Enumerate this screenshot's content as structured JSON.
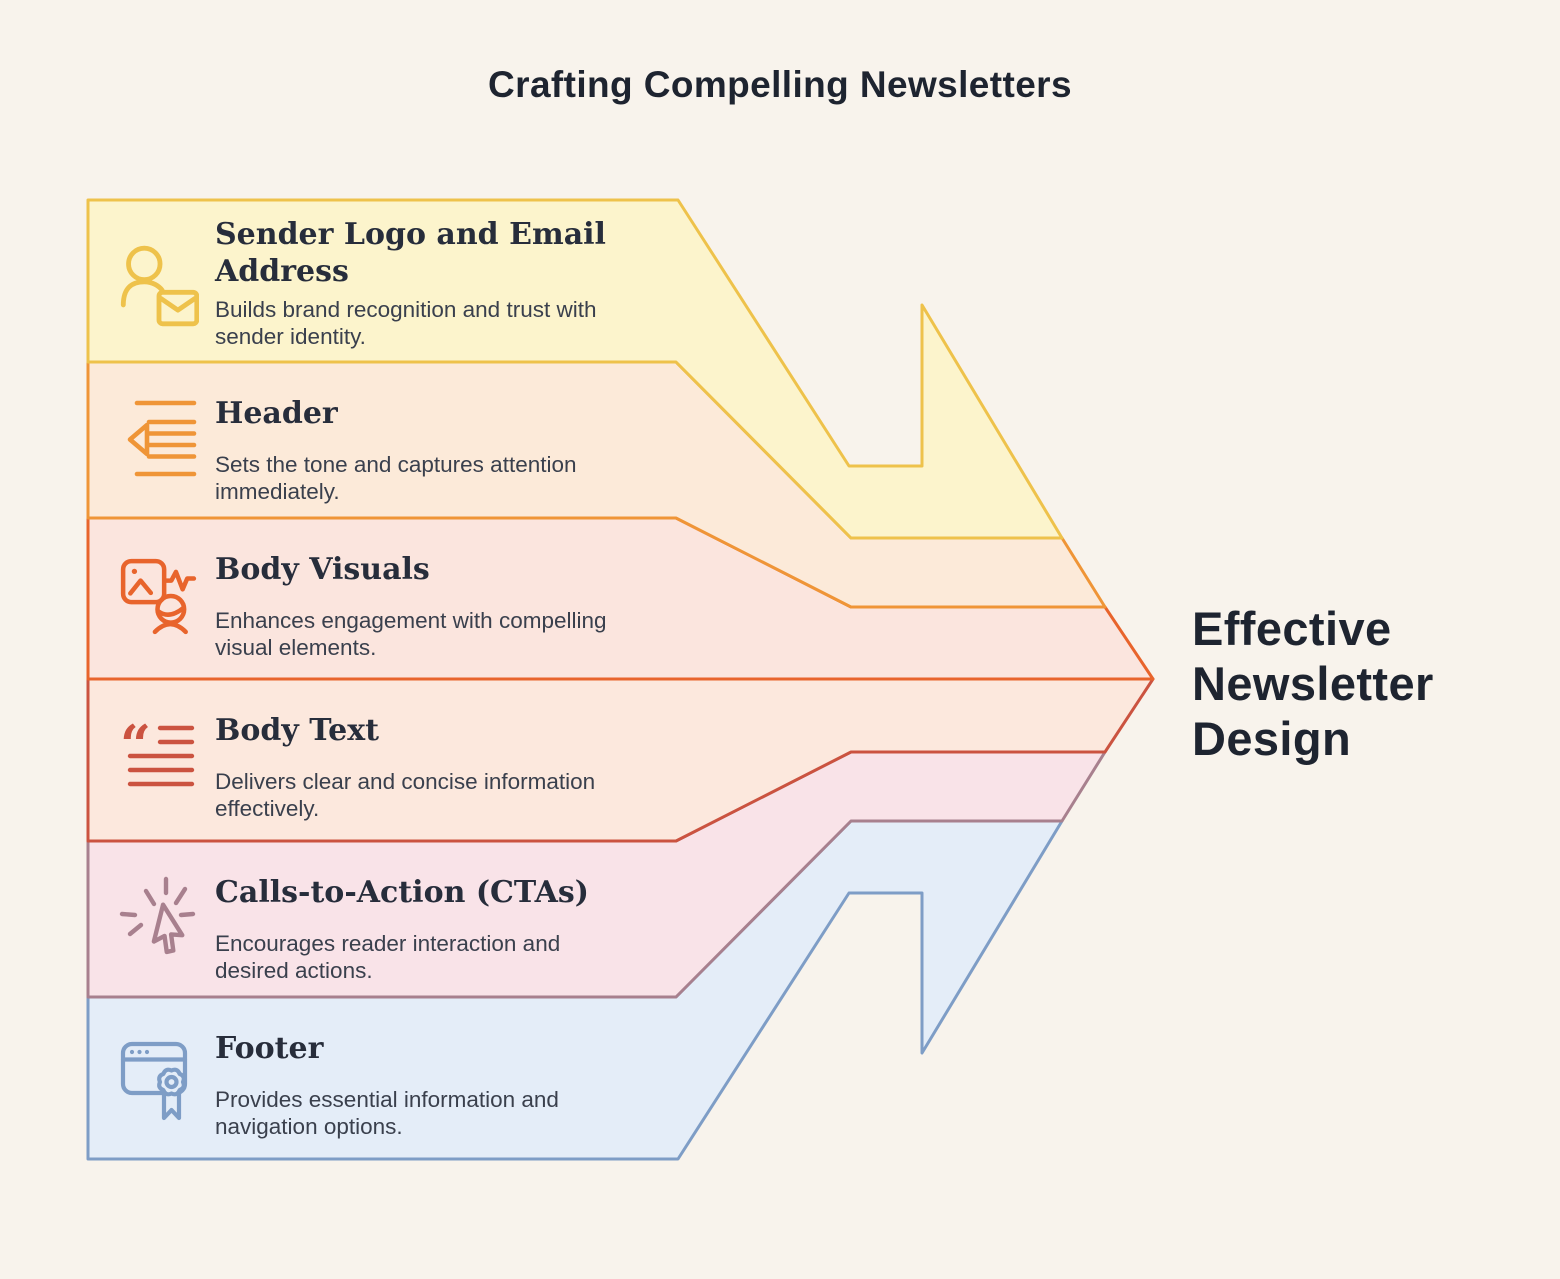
{
  "page": {
    "title": "Crafting Compelling Newsletters",
    "background_color": "#f8f3ec",
    "text_color": "#1e2430"
  },
  "result": {
    "title": "Effective\nNewsletter\nDesign"
  },
  "bands": [
    {
      "title": "Sender Logo and Email\nAddress",
      "description": "Builds brand recognition and trust with\nsender identity.",
      "fill": "#fcf4cc",
      "stroke": "#eec24b",
      "icon": "person-mail-icon"
    },
    {
      "title": "Header",
      "description": "Sets the tone and captures attention\nimmediately.",
      "fill": "#fcead9",
      "stroke": "#ef9537",
      "icon": "align-left-icon"
    },
    {
      "title": "Body Visuals",
      "description": "Enhances engagement with compelling\nvisual elements.",
      "fill": "#fbe5de",
      "stroke": "#e8642c",
      "icon": "media-visuals-icon"
    },
    {
      "title": "Body Text",
      "description": "Delivers clear and concise information\neffectively.",
      "fill": "#fce8dd",
      "stroke": "#cb5340",
      "icon": "quote-text-icon"
    },
    {
      "title": "Calls-to-Action (CTAs)",
      "description": "Encourages reader interaction and\ndesired actions.",
      "fill": "#f9e3e8",
      "stroke": "#a8808e",
      "icon": "click-cursor-icon"
    },
    {
      "title": "Footer",
      "description": "Provides essential information and\nnavigation options.",
      "fill": "#e4edf8",
      "stroke": "#7e9dc6",
      "icon": "browser-badge-icon"
    }
  ]
}
